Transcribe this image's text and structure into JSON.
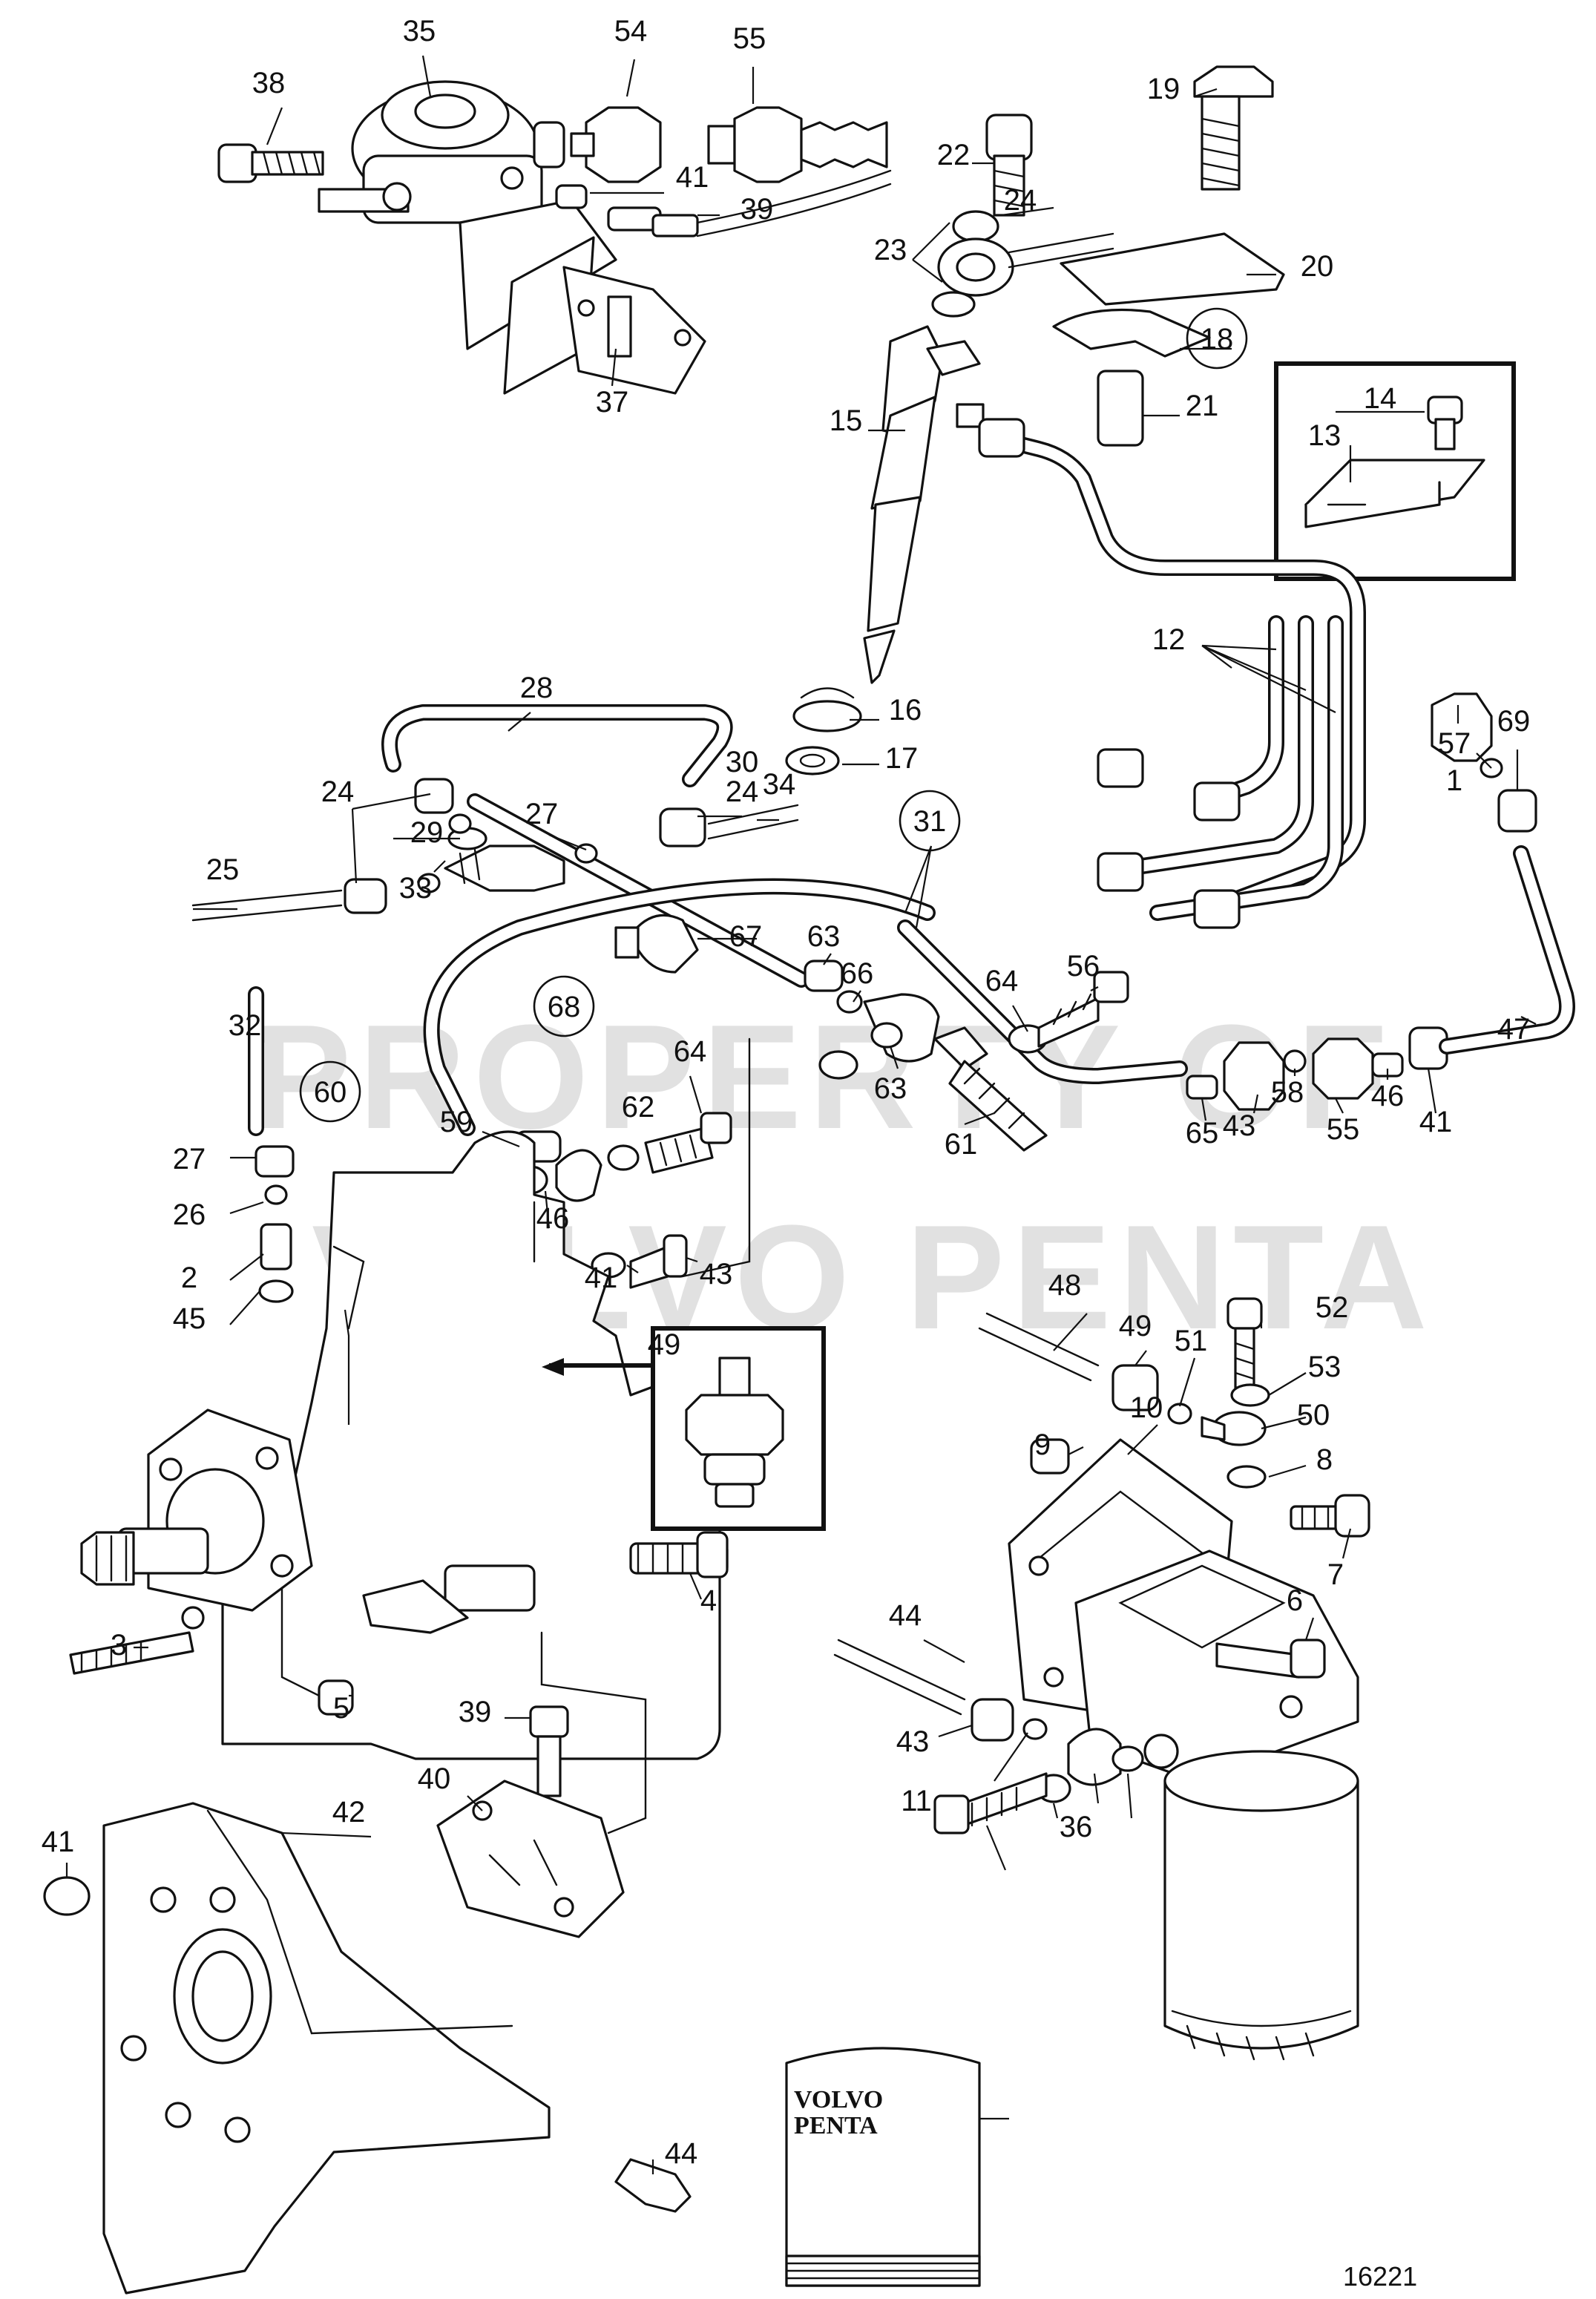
{
  "watermark": {
    "line1": "PROPERTY OF",
    "line2": "VOLVO PENTA"
  },
  "figure_number": "16221",
  "book_brand": {
    "line1": "VOLVO",
    "line2": "PENTA"
  },
  "callouts": [
    "35",
    "54",
    "55",
    "38",
    "41",
    "39",
    "37",
    "19",
    "22",
    "24",
    "23",
    "20",
    "18",
    "15",
    "21",
    "14",
    "13",
    "12",
    "16",
    "17",
    "28",
    "31",
    "24",
    "30",
    "29",
    "24",
    "33",
    "34",
    "27",
    "25",
    "63",
    "66",
    "64",
    "56",
    "69",
    "57",
    "1",
    "68",
    "67",
    "32",
    "60",
    "59",
    "62",
    "64",
    "63",
    "65",
    "58",
    "55",
    "46",
    "41",
    "47",
    "43",
    "61",
    "27",
    "26",
    "2",
    "45",
    "46",
    "41",
    "43",
    "49",
    "48",
    "49",
    "51",
    "52",
    "53",
    "50",
    "8",
    "9",
    "10",
    "7",
    "6",
    "4",
    "3",
    "5",
    "39",
    "40",
    "41",
    "42",
    "44",
    "44",
    "43",
    "11",
    "36"
  ]
}
